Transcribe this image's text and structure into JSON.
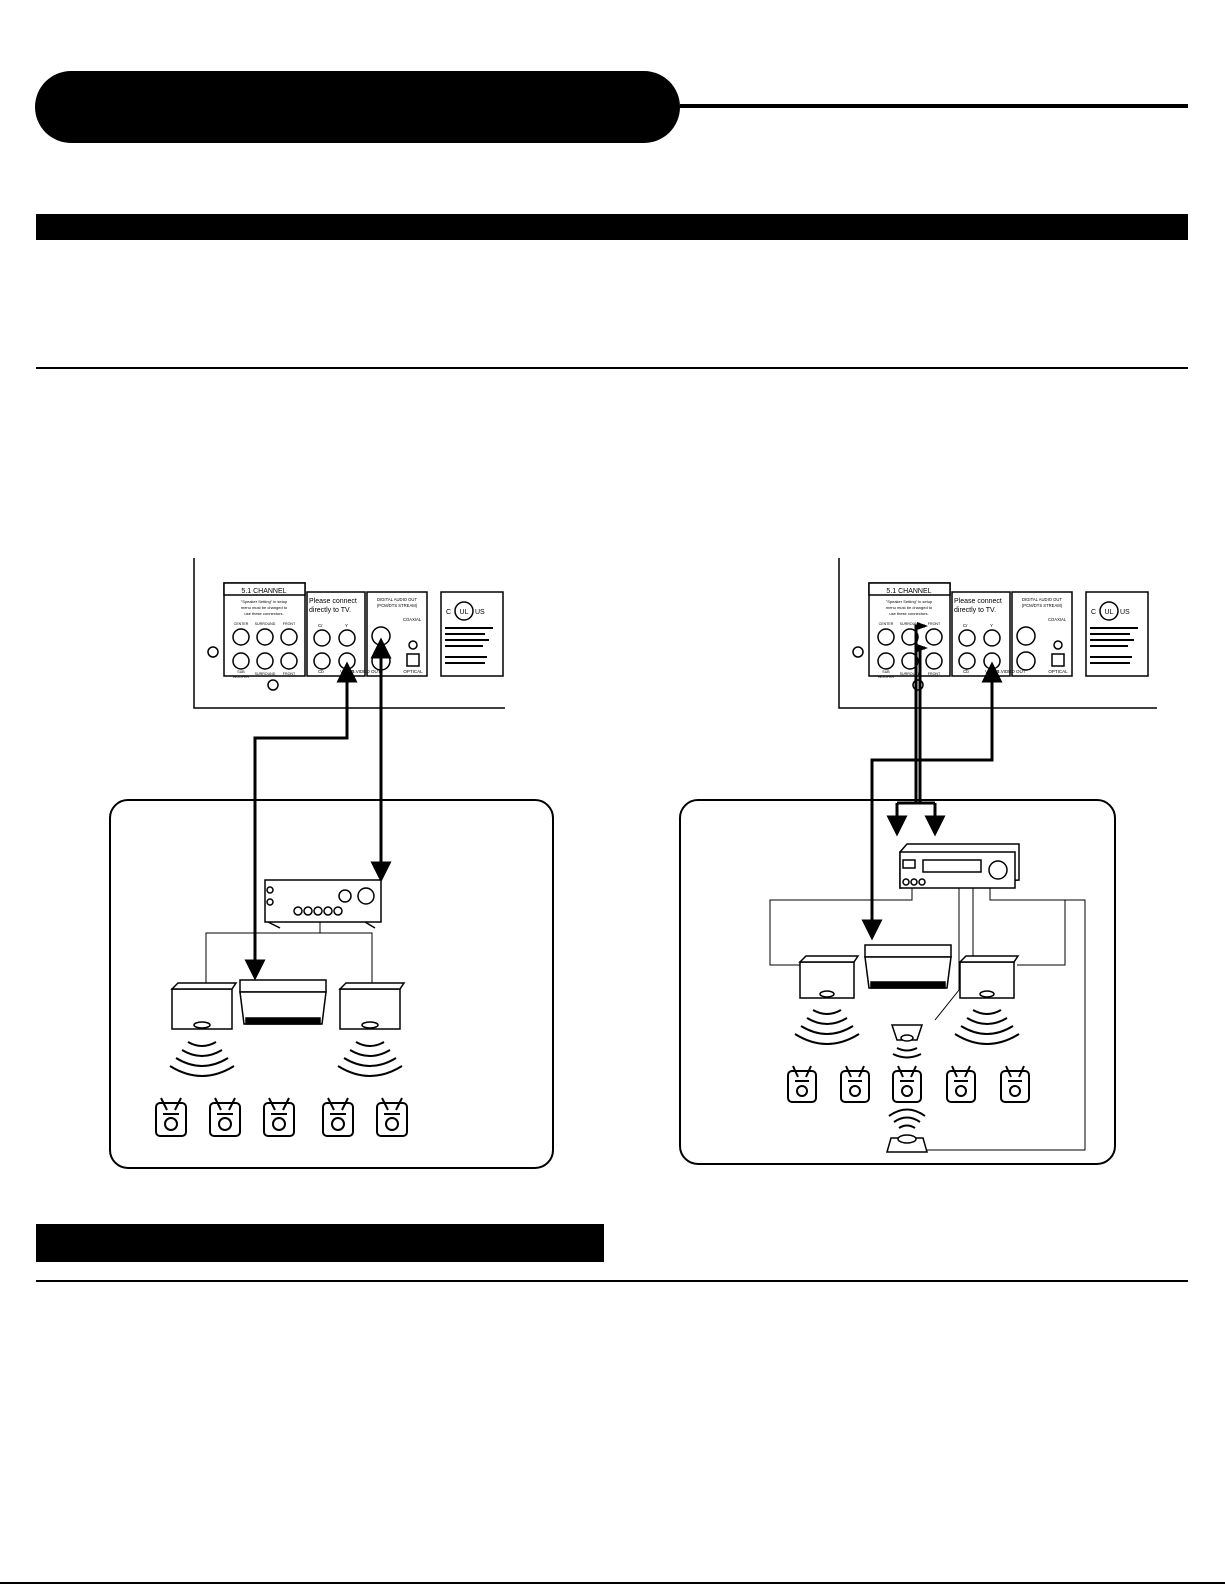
{
  "panel": {
    "channel_title": "5.1 CHANNEL",
    "speaker_note_line1": "\"Speaker Setting\" in setup",
    "speaker_note_line2": "menu must be changed to",
    "speaker_note_line3": "use these connectors.",
    "jack_center": "CENTER",
    "jack_surround": "SURROUND",
    "jack_front": "FRONT",
    "jack_sub": "SUB",
    "jack_woofer": "WOOFER",
    "connect_line1": "Please connect",
    "connect_line2": "directly to TV.",
    "cr": "Cr",
    "y": "Y",
    "cb": "Cb",
    "video": "VIDEO",
    "svideo_out": "S.VIDEO OUT",
    "digital_line1": "DIGITAL AUDIO OUT",
    "digital_line2": "(PCM/DTS STREAM)",
    "coaxial": "COAXIAL",
    "optical": "OPTICAL",
    "ul_c": "C",
    "ul_us": "US",
    "ul_mark": "UL"
  }
}
